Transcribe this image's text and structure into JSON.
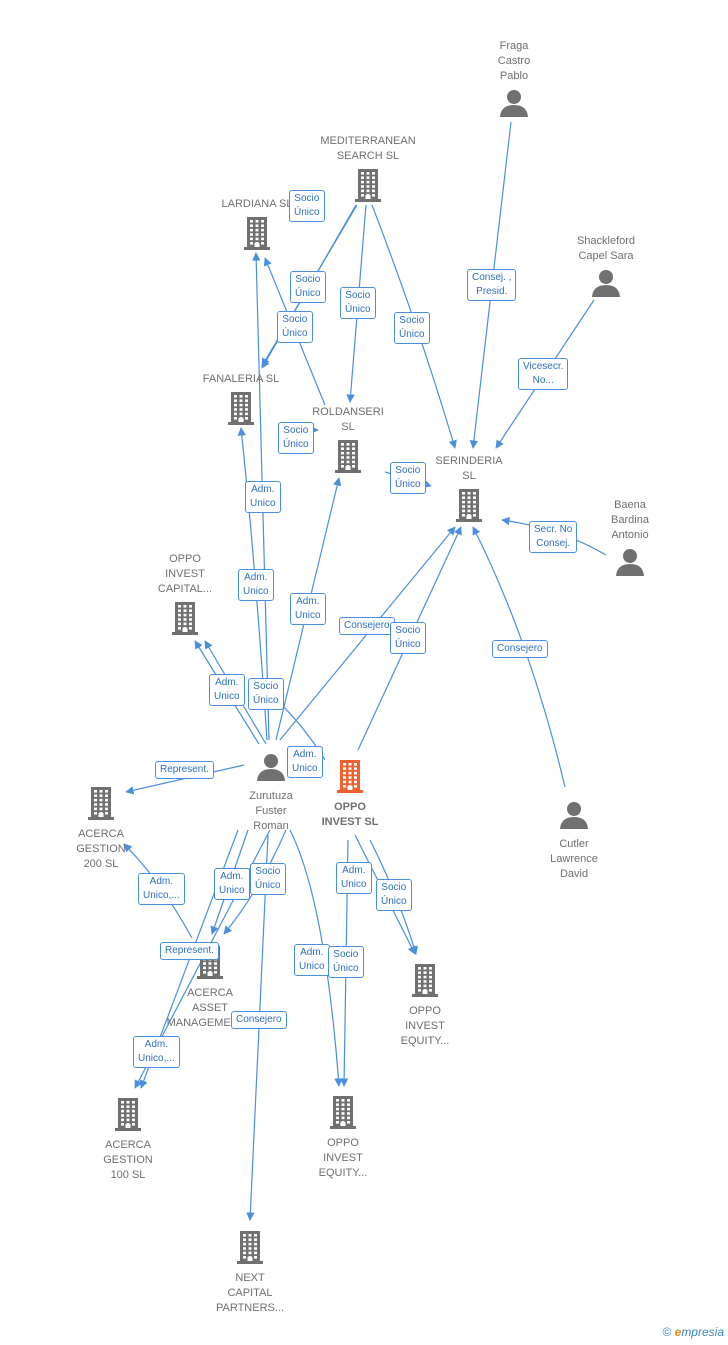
{
  "colors": {
    "edge": "#4a8fde",
    "node": "#707070",
    "focus": "#f06030",
    "label_text": "#2f6fc0"
  },
  "nodes": [
    {
      "id": "fraga",
      "kind": "person-icon",
      "label": "Fraga\nCastro\nPablo"
    },
    {
      "id": "mediterranean",
      "kind": "building-icon",
      "label": "MEDITERRANEAN\nSEARCH SL"
    },
    {
      "id": "lardiana",
      "kind": "building-icon",
      "label": "LARDIANA  SL"
    },
    {
      "id": "shackleford",
      "kind": "person-icon",
      "label": "Shackleford\nCapel Sara"
    },
    {
      "id": "fanaleria",
      "kind": "building-icon",
      "label": "FANALERIA  SL"
    },
    {
      "id": "roldanseri",
      "kind": "building-icon",
      "label": "ROLDANSERI\nSL"
    },
    {
      "id": "serinderia",
      "kind": "building-icon",
      "label": "SERINDERIA\nSL"
    },
    {
      "id": "baena",
      "kind": "person-icon",
      "label": "Baena\nBardina\nAntonio"
    },
    {
      "id": "oppo_capital",
      "kind": "building-icon",
      "label": "OPPO\nINVEST\nCAPITAL..."
    },
    {
      "id": "zurutuza",
      "kind": "person-icon",
      "label": "Zurutuza\nFuster\nRoman"
    },
    {
      "id": "oppo_invest",
      "kind": "building-icon-focus",
      "label": "OPPO\nINVEST  SL"
    },
    {
      "id": "cutler",
      "kind": "person-icon",
      "label": "Cutler\nLawrence\nDavid"
    },
    {
      "id": "acerca200",
      "kind": "building-icon",
      "label": "ACERCA\nGESTION\n200  SL"
    },
    {
      "id": "acerca_asset",
      "kind": "building-icon",
      "label": "ACERCA\nASSET\nMANAGEMENT..."
    },
    {
      "id": "oppo_equity1",
      "kind": "building-icon",
      "label": "OPPO\nINVEST\nEQUITY..."
    },
    {
      "id": "acerca100",
      "kind": "building-icon",
      "label": "ACERCA\nGESTION\n100  SL"
    },
    {
      "id": "oppo_equity2",
      "kind": "building-icon",
      "label": "OPPO\nINVEST\nEQUITY..."
    },
    {
      "id": "next_capital",
      "kind": "building-icon",
      "label": "NEXT\nCAPITAL\nPARTNERS..."
    }
  ],
  "edges": [
    {
      "id": "e1",
      "label": "Socio\nÚnico"
    },
    {
      "id": "e2",
      "label": "Socio\nÚnico"
    },
    {
      "id": "e3",
      "label": "Socio\nÚnico"
    },
    {
      "id": "e4",
      "label": "Socio\nÚnico"
    },
    {
      "id": "e5",
      "label": "Socio\nÚnico"
    },
    {
      "id": "e6",
      "label": "Consej. ,\nPresid."
    },
    {
      "id": "e7",
      "label": "Vicesecr.\nNo..."
    },
    {
      "id": "e8",
      "label": "Socio\nÚnico"
    },
    {
      "id": "e9",
      "label": "Socio\nÚnico"
    },
    {
      "id": "e10",
      "label": "Secr.  No\nConsej."
    },
    {
      "id": "e11",
      "label": "Adm.\nUnico"
    },
    {
      "id": "e12",
      "label": "Adm.\nUnico"
    },
    {
      "id": "e13",
      "label": "Adm.\nUnico"
    },
    {
      "id": "e14",
      "label": "Consejero"
    },
    {
      "id": "e15",
      "label": "Socio\nÚnico"
    },
    {
      "id": "e16",
      "label": "Consejero"
    },
    {
      "id": "e17",
      "label": "Adm.\nUnico"
    },
    {
      "id": "e18",
      "label": "Socio\nÚnico"
    },
    {
      "id": "e19",
      "label": "Adm.\nUnico"
    },
    {
      "id": "e20",
      "label": "Represent."
    },
    {
      "id": "e21",
      "label": "Adm.\nUnico,..."
    },
    {
      "id": "e22",
      "label": "Adm.\nUnico"
    },
    {
      "id": "e23",
      "label": "Socio\nÚnico"
    },
    {
      "id": "e24",
      "label": "Adm.\nUnico"
    },
    {
      "id": "e25",
      "label": "Socio\nÚnico"
    },
    {
      "id": "e26",
      "label": "Represent."
    },
    {
      "id": "e27",
      "label": "Adm.\nUnico"
    },
    {
      "id": "e28",
      "label": "Socio\nÚnico"
    },
    {
      "id": "e29",
      "label": "Consejero"
    },
    {
      "id": "e30",
      "label": "Adm.\nUnico,..."
    }
  ],
  "brand": {
    "copyright": "©",
    "e": "e",
    "rest": "mpresia"
  }
}
